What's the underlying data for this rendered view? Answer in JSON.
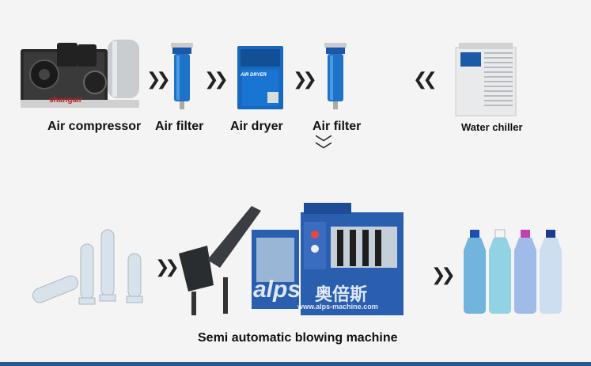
{
  "top_row": {
    "items": [
      {
        "label": "Air compressor"
      },
      {
        "label": "Air filter"
      },
      {
        "label": "Air dryer"
      },
      {
        "label": "Air filter"
      },
      {
        "label": "Water chiller"
      }
    ],
    "compressor_brand": "shangair",
    "dryer_text": "AIR DRYER"
  },
  "bottom_row": {
    "label": "Semi automatic blowing machine",
    "watermark_brand": "alps",
    "watermark_cn": "奥倍斯",
    "watermark_url": "www.alps-machine.com"
  },
  "arrows": {
    "right": "❯❯",
    "left": "❮❮",
    "down": "﹀"
  },
  "colors": {
    "filter_blue": "#1e73c8",
    "dryer_blue": "#1668c0",
    "machine_blue": "#2a5fb0",
    "bar_navy": "#2c5a8c"
  }
}
